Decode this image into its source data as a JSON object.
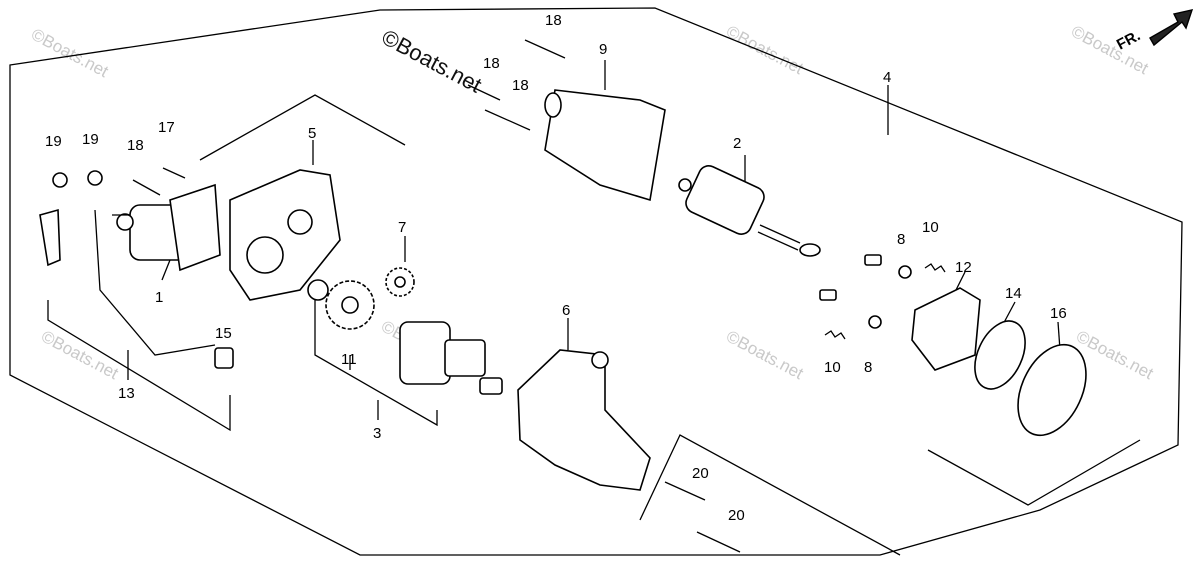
{
  "watermarks": {
    "main": "©Boats.net",
    "tiled": "©Boats.net"
  },
  "direction": {
    "label": "FR."
  },
  "callouts": {
    "c1": "1",
    "c2": "2",
    "c3": "3",
    "c4": "4",
    "c5": "5",
    "c6": "6",
    "c7": "7",
    "c8a": "8",
    "c8b": "8",
    "c9": "9",
    "c10a": "10",
    "c10b": "10",
    "c11": "11",
    "c12": "12",
    "c13": "13",
    "c14": "14",
    "c15": "15",
    "c16": "16",
    "c17": "17",
    "c18a": "18",
    "c18b": "18",
    "c18c": "18",
    "c18d": "18",
    "c19a": "19",
    "c19b": "19",
    "c20a": "20",
    "c20b": "20"
  },
  "colors": {
    "ink": "#000000",
    "paper": "#ffffff",
    "watermark": "#c9c9c9"
  }
}
